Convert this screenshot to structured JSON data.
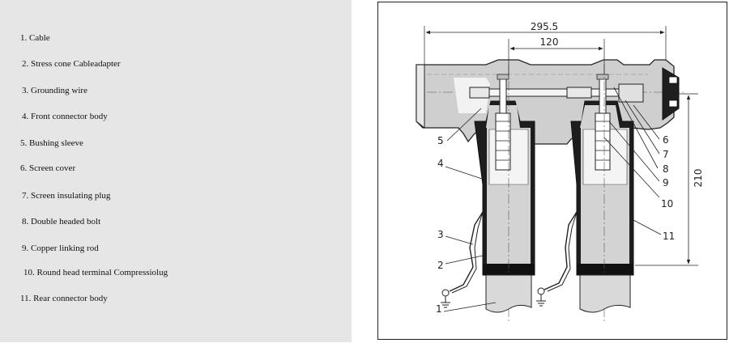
{
  "legend": {
    "items": [
      "1. Cable",
      "2. Stress cone Cableadapter",
      "3. Grounding wire",
      "4. Front connector body",
      "5. Bushing sleeve",
      "6. Screen cover",
      "7. Screen insulating plug",
      "8. Double headed bolt",
      "9. Copper linking rod",
      "10. Round head terminal Compressiolug",
      "11. Rear connector body"
    ]
  },
  "drawing": {
    "dimensions": {
      "overall_width": "295.5",
      "bushing_spacing": "120",
      "height": "210"
    },
    "callouts": [
      "1",
      "2",
      "3",
      "4",
      "5",
      "6",
      "7",
      "8",
      "9",
      "10",
      "11"
    ]
  }
}
